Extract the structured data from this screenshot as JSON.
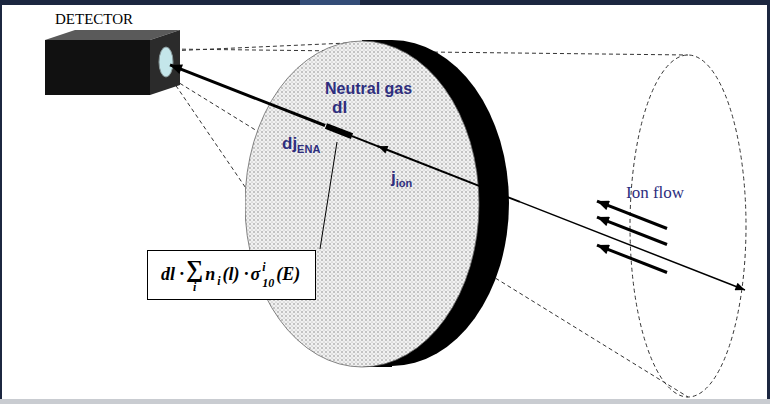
{
  "diagram": {
    "nodes": [
      {
        "text": [
          "DETECTOR"
        ]
      },
      {
        "text": [
          "Neutral gas"
        ]
      },
      {
        "text": [
          "dl ·",
          "∑",
          "i",
          "n",
          "i",
          "(l) ·",
          "σ",
          "10",
          "i",
          "(E)"
        ]
      }
    ],
    "labels": [
      "dj",
      "ENA",
      "dl",
      "j",
      "ion",
      "Ion flow"
    ]
  }
}
